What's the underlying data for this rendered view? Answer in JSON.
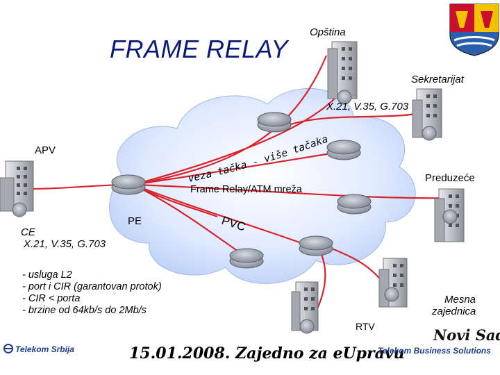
{
  "title": "FRAME RELAY",
  "sites": {
    "opstina": "Opština",
    "sekretarijat": "Sekretarijat",
    "interface_top": "X.21, V.35, G.703",
    "apv": "APV",
    "preduzece": "Preduzeće",
    "ce": "CE",
    "interface_ce": "X.21, V.35, G.703",
    "mesna_line1": "Mesna",
    "mesna_line2": "zajednica",
    "rtv": "RTV"
  },
  "cloud": {
    "curved_text": "veza tačka - više tačaka",
    "network_label": "Frame Relay/ATM mreža",
    "pe": "PE",
    "pvc": "PVC"
  },
  "features": [
    "- usluga L2",
    "- port i CIR (garantovan protok)",
    "- CIR < porta",
    "- brzine od 64kb/s do 2Mb/s"
  ],
  "footer": {
    "date_text": "15.01.2008. Zajedno za eUpravu",
    "brand_left": "Telekom Srbija",
    "brand_right": "Telekom Business Solutions",
    "city": "Novi Sad"
  },
  "colors": {
    "link": "#d8232a",
    "cloud": "#cfe0ff",
    "router": "#8c93a0",
    "building": "#b8bcc2",
    "title": "#0a1a7a",
    "brand": "#1e3c8c"
  }
}
